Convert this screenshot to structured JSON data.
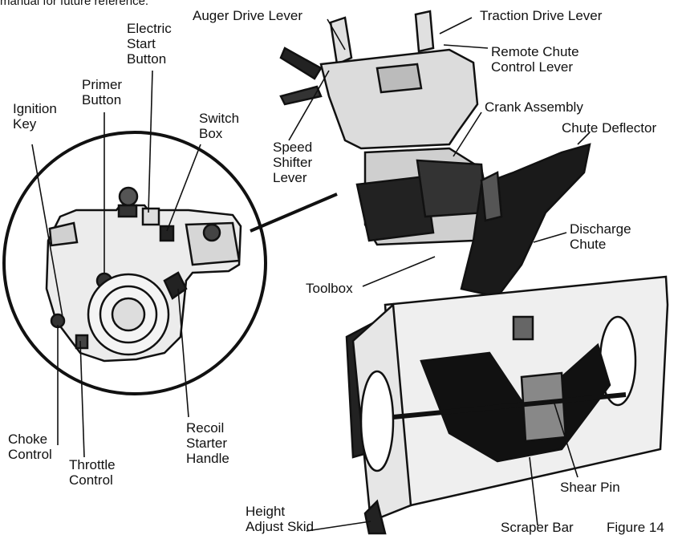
{
  "header_fragment": "manual for future reference.",
  "figure_caption": "Figure 14",
  "labels": {
    "auger_drive_lever": "Auger Drive Lever",
    "traction_drive_lever": "Traction Drive Lever",
    "remote_chute_control_lever": [
      "Remote Chute",
      "Control Lever"
    ],
    "electric_start_button": [
      "Electric",
      "Start",
      "Button"
    ],
    "primer_button": [
      "Primer",
      "Button"
    ],
    "ignition_key": [
      "Ignition",
      "Key"
    ],
    "switch_box": [
      "Switch",
      "Box"
    ],
    "speed_shifter_lever": [
      "Speed",
      "Shifter",
      "Lever"
    ],
    "crank_assembly": "Crank Assembly",
    "chute_deflector": "Chute Deflector",
    "discharge_chute": [
      "Discharge",
      "Chute"
    ],
    "toolbox": "Toolbox",
    "choke_control": [
      "Choke",
      "Control"
    ],
    "throttle_control": [
      "Throttle",
      "Control"
    ],
    "recoil_starter_handle": [
      "Recoil",
      "Starter",
      "Handle"
    ],
    "shear_pin": "Shear Pin",
    "height_adjust_skid": [
      "Height",
      "Adjust Skid"
    ],
    "scraper_bar": "Scraper Bar"
  }
}
